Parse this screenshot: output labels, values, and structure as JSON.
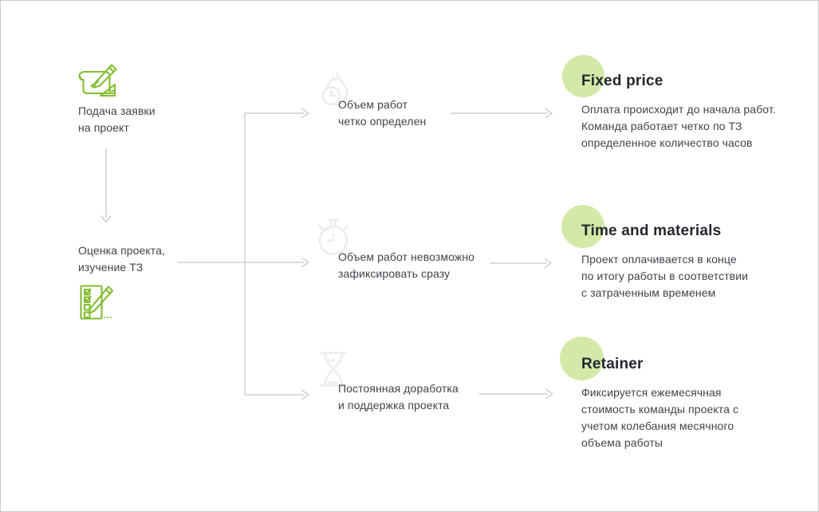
{
  "colors": {
    "background": "#ffffff",
    "border": "#c9c9c9",
    "accent_green": "#83bd31",
    "circle_green": "#d4e8a8",
    "connector_gray": "#c6c6c6",
    "icon_light_gray": "#ececec",
    "heading_text": "#23272e",
    "body_text": "#3f444b"
  },
  "left_column": {
    "step1": {
      "icon": "blueprint-pencil-icon",
      "label": "Подача заявки\nна проект"
    },
    "step2": {
      "icon": "checklist-pencil-icon",
      "label": "Оценка проекта,\nизучение ТЗ"
    }
  },
  "middle_column": {
    "items": [
      {
        "icon": "flame-clock-icon",
        "label": "Объем работ\nчетко определен"
      },
      {
        "icon": "stopwatch-icon",
        "label": "Объем работ невозможно\nзафиксировать сразу"
      },
      {
        "icon": "hourglass-icon",
        "label": "Постоянная доработка\nи поддержка проекта"
      }
    ]
  },
  "right_column": {
    "items": [
      {
        "title": "Fixed price",
        "description": "Оплата происходит до начала работ.\nКоманда работает четко по ТЗ\nопределенное количество часов"
      },
      {
        "title": "Time and materials",
        "description": "Проект оплачивается в конце\nпо итогу работы в соответствии\nс затраченным временем"
      },
      {
        "title": "Retainer",
        "description": "Фиксируется ежемесячная\nстоимость команды проекта с\nучетом колебания месячного\nобъема работы"
      }
    ]
  }
}
